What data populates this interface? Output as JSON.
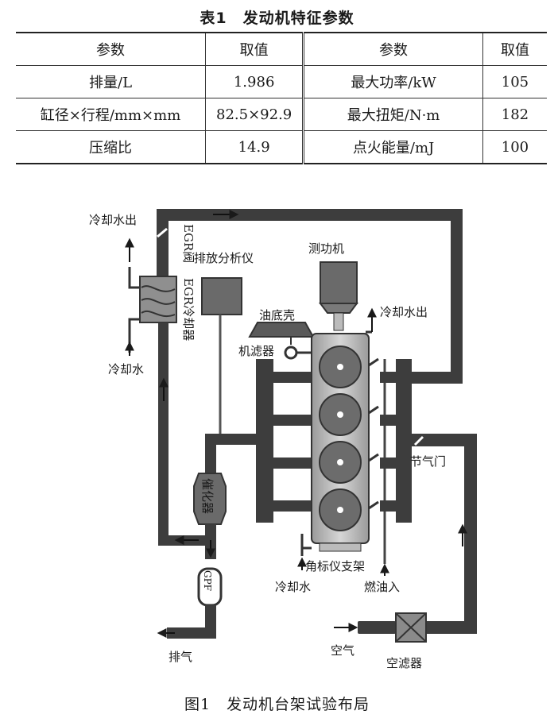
{
  "table": {
    "title": "表1　发动机特征参数",
    "headers": [
      "参数",
      "取值",
      "参数",
      "取值"
    ],
    "rows": [
      [
        "排量/L",
        "1.986",
        "最大功率/kW",
        "105"
      ],
      [
        "缸径×行程/mm×mm",
        "82.5×92.9",
        "最大扭矩/N·m",
        "182"
      ],
      [
        "压缩比",
        "14.9",
        "点火能量/mJ",
        "100"
      ]
    ]
  },
  "diagram": {
    "labels": {
      "coolant_out_left": "冷却水出",
      "egr_valve": "EGR阀",
      "egr_cooler": "EGR冷却器",
      "exhaust_analyzer": "排放分析仪",
      "dynamometer": "测功机",
      "oil_pan": "油底壳",
      "oil_filter": "机滤器",
      "coolant_out_right": "冷却水出",
      "coolant_in_left": "冷却水",
      "throttle": "节气门",
      "catalyst": "催化器",
      "gpf": "GPF",
      "angle_bracket": "角标仪支架",
      "coolant_in_bottom": "冷却水",
      "fuel_in": "燃油入",
      "exhaust": "排气",
      "air": "空气",
      "air_filter": "空滤器"
    }
  },
  "caption": "图1　发动机台架试验布局",
  "colors": {
    "pipe": "#3d3d3d",
    "engine_block": "#b5b5b5",
    "cylinder": "#6c6c6c",
    "ink": "#1a1a1a"
  }
}
